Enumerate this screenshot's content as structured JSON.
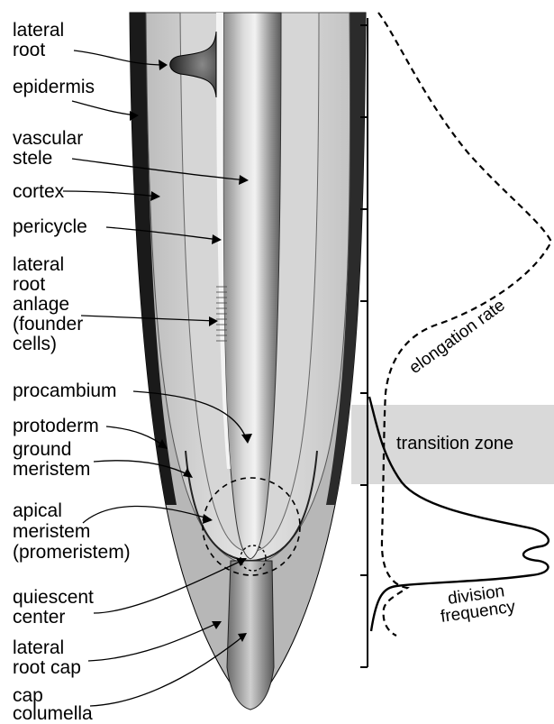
{
  "labels": {
    "lateral_root": [
      "lateral",
      "root"
    ],
    "epidermis": [
      "epidermis"
    ],
    "vascular_stele": [
      "vascular",
      "stele"
    ],
    "cortex": [
      "cortex"
    ],
    "pericycle": [
      "pericycle"
    ],
    "lateral_root_anlage": [
      "lateral",
      "root",
      "anlage",
      "(founder",
      "cells)"
    ],
    "procambium": [
      "procambium"
    ],
    "protoderm": [
      "protoderm"
    ],
    "ground_meristem": [
      "ground",
      "meristem"
    ],
    "apical_meristem": [
      "apical",
      "meristem",
      "(promeristem)"
    ],
    "quiescent_center": [
      "quiescent",
      "center"
    ],
    "lateral_root_cap": [
      "lateral",
      "root cap"
    ],
    "cap_columella": [
      "cap",
      "columella"
    ]
  },
  "graph": {
    "transition_zone": "transition zone",
    "elongation_rate": "elongation rate",
    "division_frequency": [
      "division",
      "frequency"
    ]
  },
  "colors": {
    "transition_band": "#d9d9d9",
    "epidermis": "#1a1a1a",
    "stele": "#777777"
  }
}
